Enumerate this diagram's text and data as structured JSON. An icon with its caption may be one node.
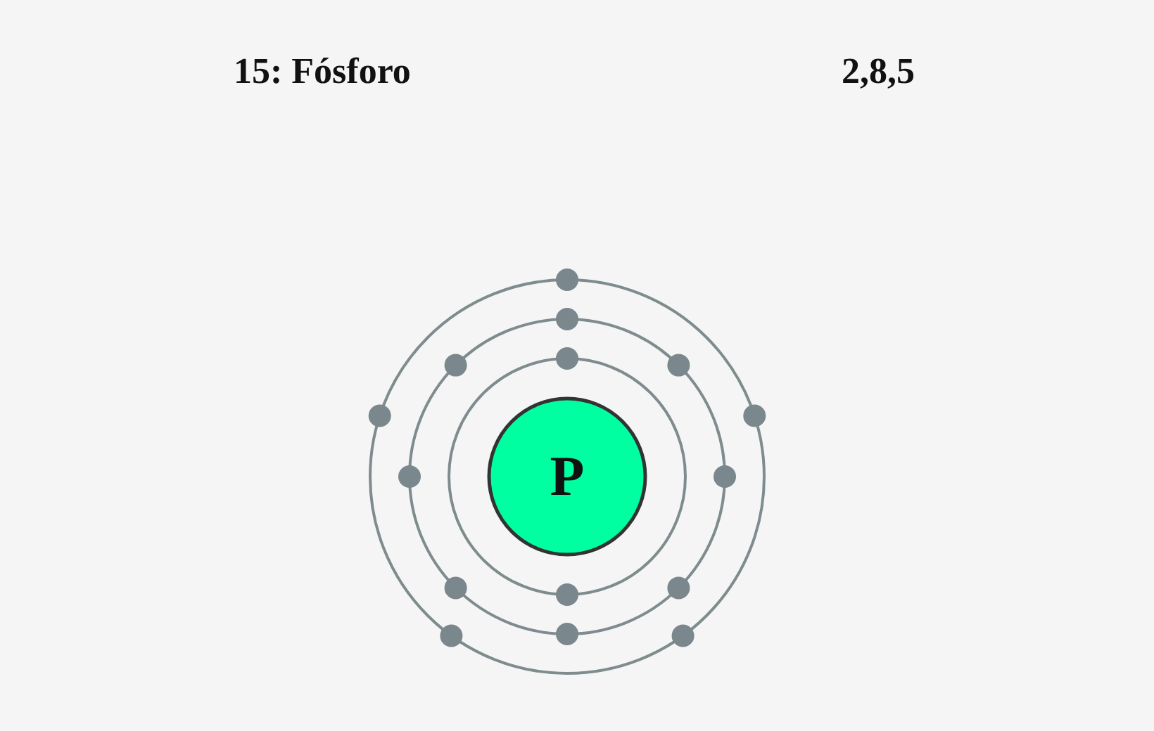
{
  "diagram": {
    "nodes": [
      {
        "text": [
          "P"
        ]
      }
    ],
    "edges": [],
    "labels": [
      "15: Fósforo",
      "2,8,5"
    ]
  }
}
